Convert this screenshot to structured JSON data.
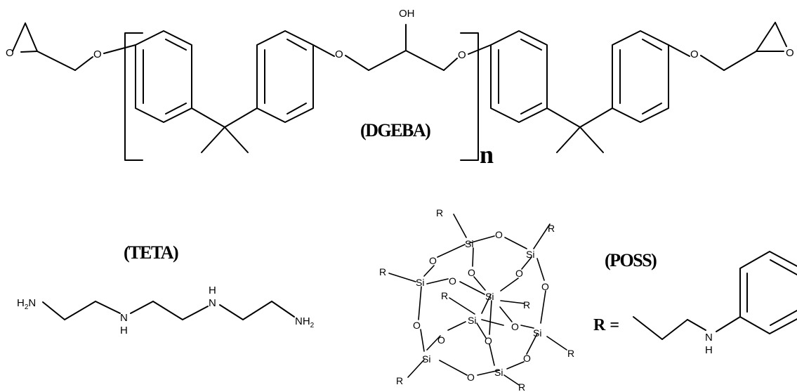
{
  "molecules": {
    "dgeba": {
      "label": "(DGEBA)",
      "repeat": "n"
    },
    "teta": {
      "label": "(TETA)"
    },
    "poss": {
      "label": "(POSS)",
      "r_equals": "R ="
    }
  },
  "atoms": {
    "O": "O",
    "OH": "OH",
    "H": "H",
    "N": "N",
    "Si": "Si",
    "R": "R",
    "H2N": "H",
    "H2N_sub": "2",
    "H2N_tail": "N",
    "NH2": "NH",
    "NH2_sub": "2"
  }
}
